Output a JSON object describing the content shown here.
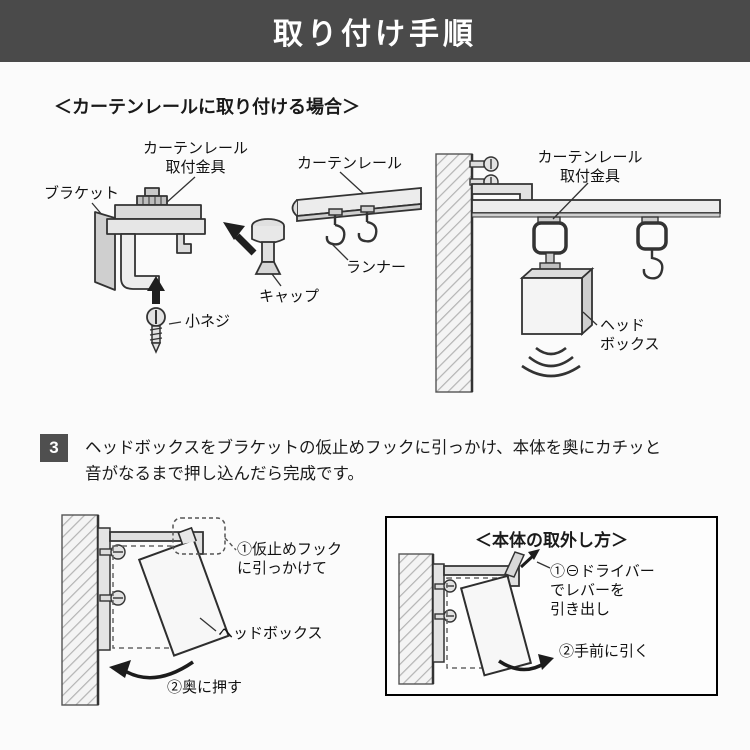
{
  "header": {
    "title": "取り付け手順"
  },
  "rail_section": {
    "heading": "＜カーテンレールに取り付ける場合＞",
    "parts_labels": {
      "rail_fitting": "カーテンレール\n取付金具",
      "curtain_rail": "カーテンレール",
      "bracket": "ブラケット",
      "runner": "ランナー",
      "cap": "キャップ",
      "small_screw": "小ネジ"
    },
    "mounted_labels": {
      "rail_fitting": "カーテンレール\n取付金具",
      "head_box": "ヘッド\nボックス"
    }
  },
  "step3": {
    "number": "3",
    "text": "ヘッドボックスをブラケットの仮止めフックに引っかけ、本体を奥にカチッと\n音がなるまで押し込んだら完成です。"
  },
  "attach_diagram": {
    "hook_label": "①仮止めフック\nに引っかけて",
    "head_box_label": "ヘッドボックス",
    "push_label": "②奥に押す"
  },
  "removal_box": {
    "title": "＜本体の取外し方＞",
    "driver_label": "①⊖ドライバー\nでレバーを\n引き出し",
    "pull_label": "②手前に引く"
  },
  "colors": {
    "header_bg": "#4a4a4a",
    "step_badge_bg": "#4f4f4f",
    "text": "#1a1a1a",
    "line_art": "#333333"
  }
}
